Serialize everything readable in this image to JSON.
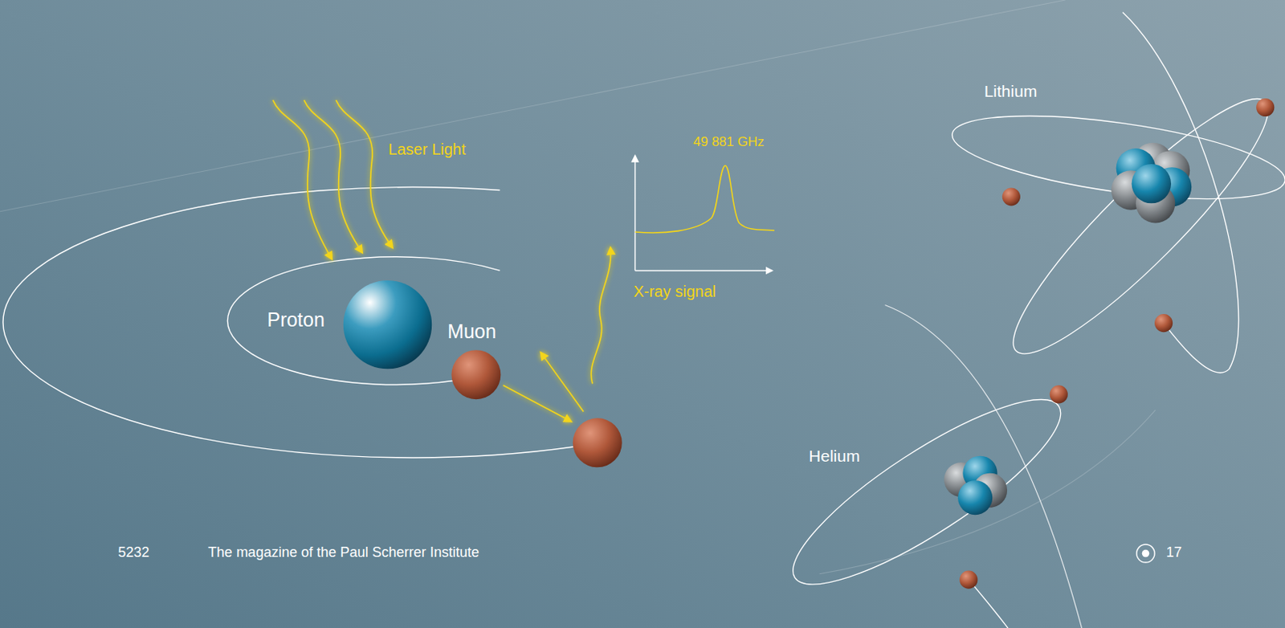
{
  "diagram": {
    "nodes": [
      {
        "text": [
          "Proton"
        ]
      },
      {
        "text": [
          "Muon"
        ]
      },
      {
        "text": [
          "Lithium"
        ]
      },
      {
        "text": [
          "Helium"
        ]
      }
    ],
    "labels": [
      "Laser Light",
      "49 881 GHz",
      "X-ray signal",
      "5232",
      "The magazine of the Paul Scherrer Institute",
      "17"
    ]
  }
}
